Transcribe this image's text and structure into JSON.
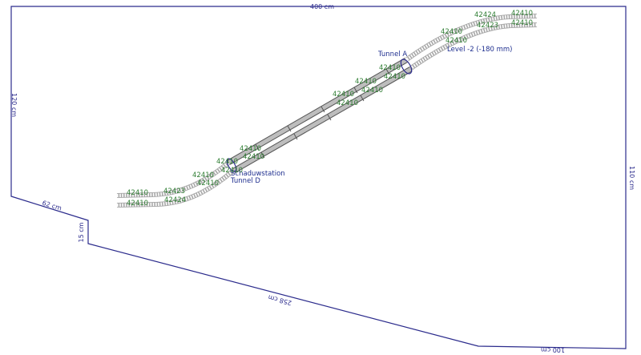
{
  "dimensions": {
    "top": "400 cm",
    "left": "120 cm",
    "right": "110 cm",
    "bevel_top": "62 cm",
    "step": "15 cm",
    "diagonal": "258 cm",
    "bottom": "100 cm"
  },
  "labels": {
    "tunnel_a": "Tunnel A",
    "level": "Level -2 (-180 mm)",
    "station": "Schaduwstation",
    "tunnel_d": "Tunnel D"
  },
  "parts": {
    "top_right": [
      "42424",
      "42410",
      "42423",
      "42410",
      "42410",
      "42410"
    ],
    "upper_mid": [
      "42410",
      "42410",
      "42410",
      "42410",
      "42410",
      "42410"
    ],
    "lower_mid": [
      "42410",
      "42410",
      "42410",
      "42410",
      "42410",
      "42410"
    ],
    "bottom_left": [
      "42410",
      "42423",
      "42410",
      "42424"
    ]
  },
  "colors": {
    "outline": "#2b2b8c",
    "part_label": "#2e7d32",
    "track": "#a8a8a8",
    "tunnel": "#555555"
  }
}
